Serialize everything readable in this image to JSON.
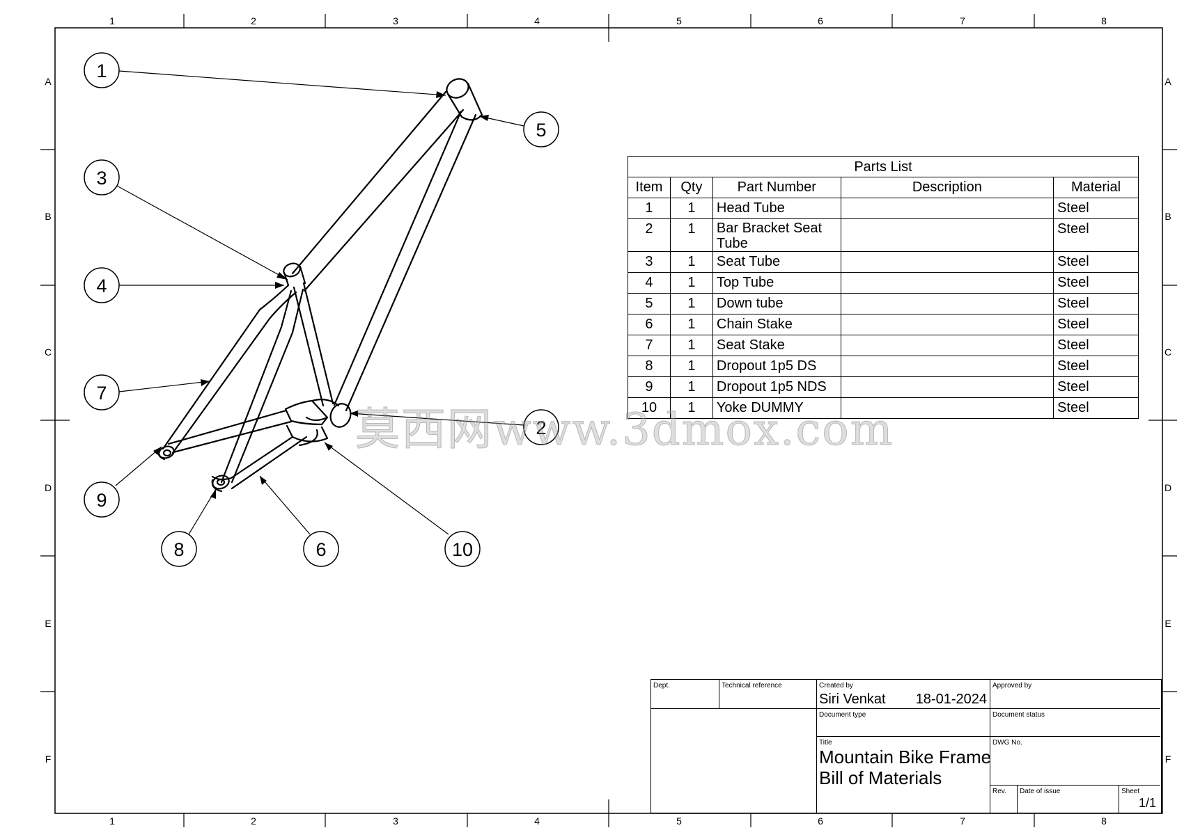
{
  "zones": {
    "columns": [
      "1",
      "2",
      "3",
      "4",
      "5",
      "6",
      "7",
      "8"
    ],
    "rows": [
      "A",
      "B",
      "C",
      "D",
      "E",
      "F"
    ]
  },
  "balloons": [
    "1",
    "2",
    "3",
    "4",
    "5",
    "6",
    "7",
    "8",
    "9",
    "10"
  ],
  "parts_list": {
    "title": "Parts List",
    "headers": {
      "item": "Item",
      "qty": "Qty",
      "part_number": "Part Number",
      "description": "Description",
      "material": "Material"
    },
    "rows": [
      {
        "item": "1",
        "qty": "1",
        "part_number": "Head Tube",
        "description": "",
        "material": "Steel"
      },
      {
        "item": "2",
        "qty": "1",
        "part_number": "Bar Bracket Seat Tube",
        "description": "",
        "material": "Steel"
      },
      {
        "item": "3",
        "qty": "1",
        "part_number": "Seat Tube",
        "description": "",
        "material": "Steel"
      },
      {
        "item": "4",
        "qty": "1",
        "part_number": "Top Tube",
        "description": "",
        "material": "Steel"
      },
      {
        "item": "5",
        "qty": "1",
        "part_number": "Down tube",
        "description": "",
        "material": "Steel"
      },
      {
        "item": "6",
        "qty": "1",
        "part_number": "Chain Stake",
        "description": "",
        "material": "Steel"
      },
      {
        "item": "7",
        "qty": "1",
        "part_number": "Seat Stake",
        "description": "",
        "material": "Steel"
      },
      {
        "item": "8",
        "qty": "1",
        "part_number": "Dropout 1p5 DS",
        "description": "",
        "material": "Steel"
      },
      {
        "item": "9",
        "qty": "1",
        "part_number": "Dropout 1p5 NDS",
        "description": "",
        "material": "Steel"
      },
      {
        "item": "10",
        "qty": "1",
        "part_number": "Yoke DUMMY",
        "description": "",
        "material": "Steel"
      }
    ]
  },
  "title_block": {
    "dept_label": "Dept.",
    "tech_ref_label": "Technical reference",
    "created_by_label": "Created by",
    "created_by": "Siri Venkat",
    "created_date": "18-01-2024",
    "approved_by_label": "Approved by",
    "doc_type_label": "Document type",
    "doc_status_label": "Document status",
    "title_label": "Title",
    "title_line1": "Mountain Bike Frame",
    "title_line2": "Bill of Materials",
    "dwg_no_label": "DWG No.",
    "rev_label": "Rev.",
    "date_issue_label": "Date of issue",
    "sheet_label": "Sheet",
    "sheet": "1/1"
  },
  "watermark": "莫西网www.3dmox.com"
}
